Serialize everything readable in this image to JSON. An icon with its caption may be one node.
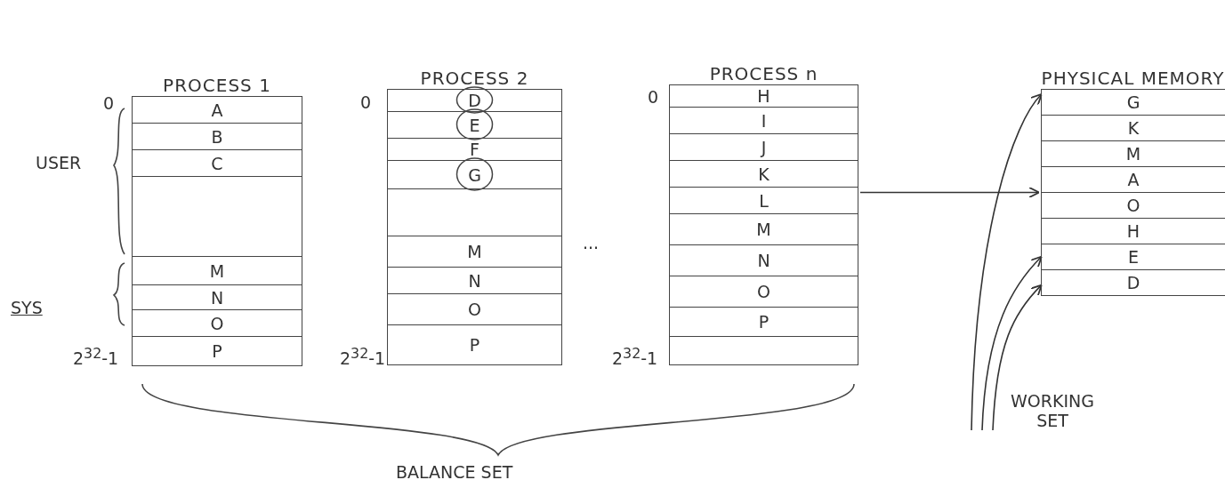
{
  "diagram": {
    "nodes": [
      {
        "text": [
          "PROCESS 1"
        ]
      },
      {
        "text": [
          "A"
        ],
        "in": 0
      },
      {
        "text": [
          "B"
        ],
        "in": 0
      },
      {
        "text": [
          "C"
        ],
        "in": 0
      },
      {
        "text": [],
        "shape": "box",
        "in": 0
      },
      {
        "text": [
          "M"
        ],
        "in": 0
      },
      {
        "text": [
          "N"
        ],
        "in": 0
      },
      {
        "text": [
          "O"
        ],
        "in": 0
      },
      {
        "text": [
          "P"
        ],
        "in": 0
      },
      {
        "text": [
          "PROCESS 2"
        ]
      },
      {
        "text": [
          "D"
        ],
        "in": 9
      },
      {
        "text": [
          "E"
        ],
        "in": 9
      },
      {
        "text": [
          "F"
        ],
        "in": 9
      },
      {
        "text": [
          "G"
        ],
        "in": 9
      },
      {
        "text": [],
        "shape": "box",
        "in": 9
      },
      {
        "text": [
          "M"
        ],
        "in": 9
      },
      {
        "text": [
          "N"
        ],
        "in": 9
      },
      {
        "text": [
          "O"
        ],
        "in": 9
      },
      {
        "text": [
          "P"
        ],
        "in": 9
      },
      {
        "text": [
          "PROCESS n"
        ]
      },
      {
        "text": [
          "H"
        ],
        "in": 19
      },
      {
        "text": [
          "I"
        ],
        "in": 19
      },
      {
        "text": [
          "J"
        ],
        "in": 19
      },
      {
        "text": [
          "K"
        ],
        "in": 19
      },
      {
        "text": [
          "L"
        ],
        "in": 19
      },
      {
        "text": [
          "M"
        ],
        "in": 19
      },
      {
        "text": [
          "N"
        ],
        "in": 19
      },
      {
        "text": [
          "O"
        ],
        "in": 19
      },
      {
        "text": [
          "P"
        ],
        "in": 19
      },
      {
        "text": [],
        "shape": "box",
        "in": 19
      },
      {
        "text": [
          "PHYSICAL MEMORY"
        ]
      },
      {
        "text": [
          "G"
        ],
        "in": 30
      },
      {
        "text": [
          "K"
        ],
        "in": 30
      },
      {
        "text": [
          "M"
        ],
        "in": 30
      },
      {
        "text": [
          "A"
        ],
        "in": 30
      },
      {
        "text": [
          "O"
        ],
        "in": 30
      },
      {
        "text": [
          "H"
        ],
        "in": 30
      },
      {
        "text": [
          "E"
        ],
        "in": 30
      },
      {
        "text": [
          "D"
        ],
        "in": 30
      },
      {
        "text": [
          "WORKING SET"
        ]
      }
    ],
    "edges": [
      {
        "from": 19,
        "to": 30,
        "arrow": "to"
      },
      {
        "from": 39,
        "to": 31,
        "arrow": "to"
      },
      {
        "from": 39,
        "to": 37,
        "arrow": "to"
      },
      {
        "from": 39,
        "to": 38,
        "arrow": "to"
      }
    ],
    "labels": [
      "0",
      "0",
      "0",
      "USER",
      "...",
      "SYS",
      "2$^{32}$-1",
      "2$^{32}$-1",
      "2$^{32}$-1",
      "BALANCE SET"
    ]
  }
}
